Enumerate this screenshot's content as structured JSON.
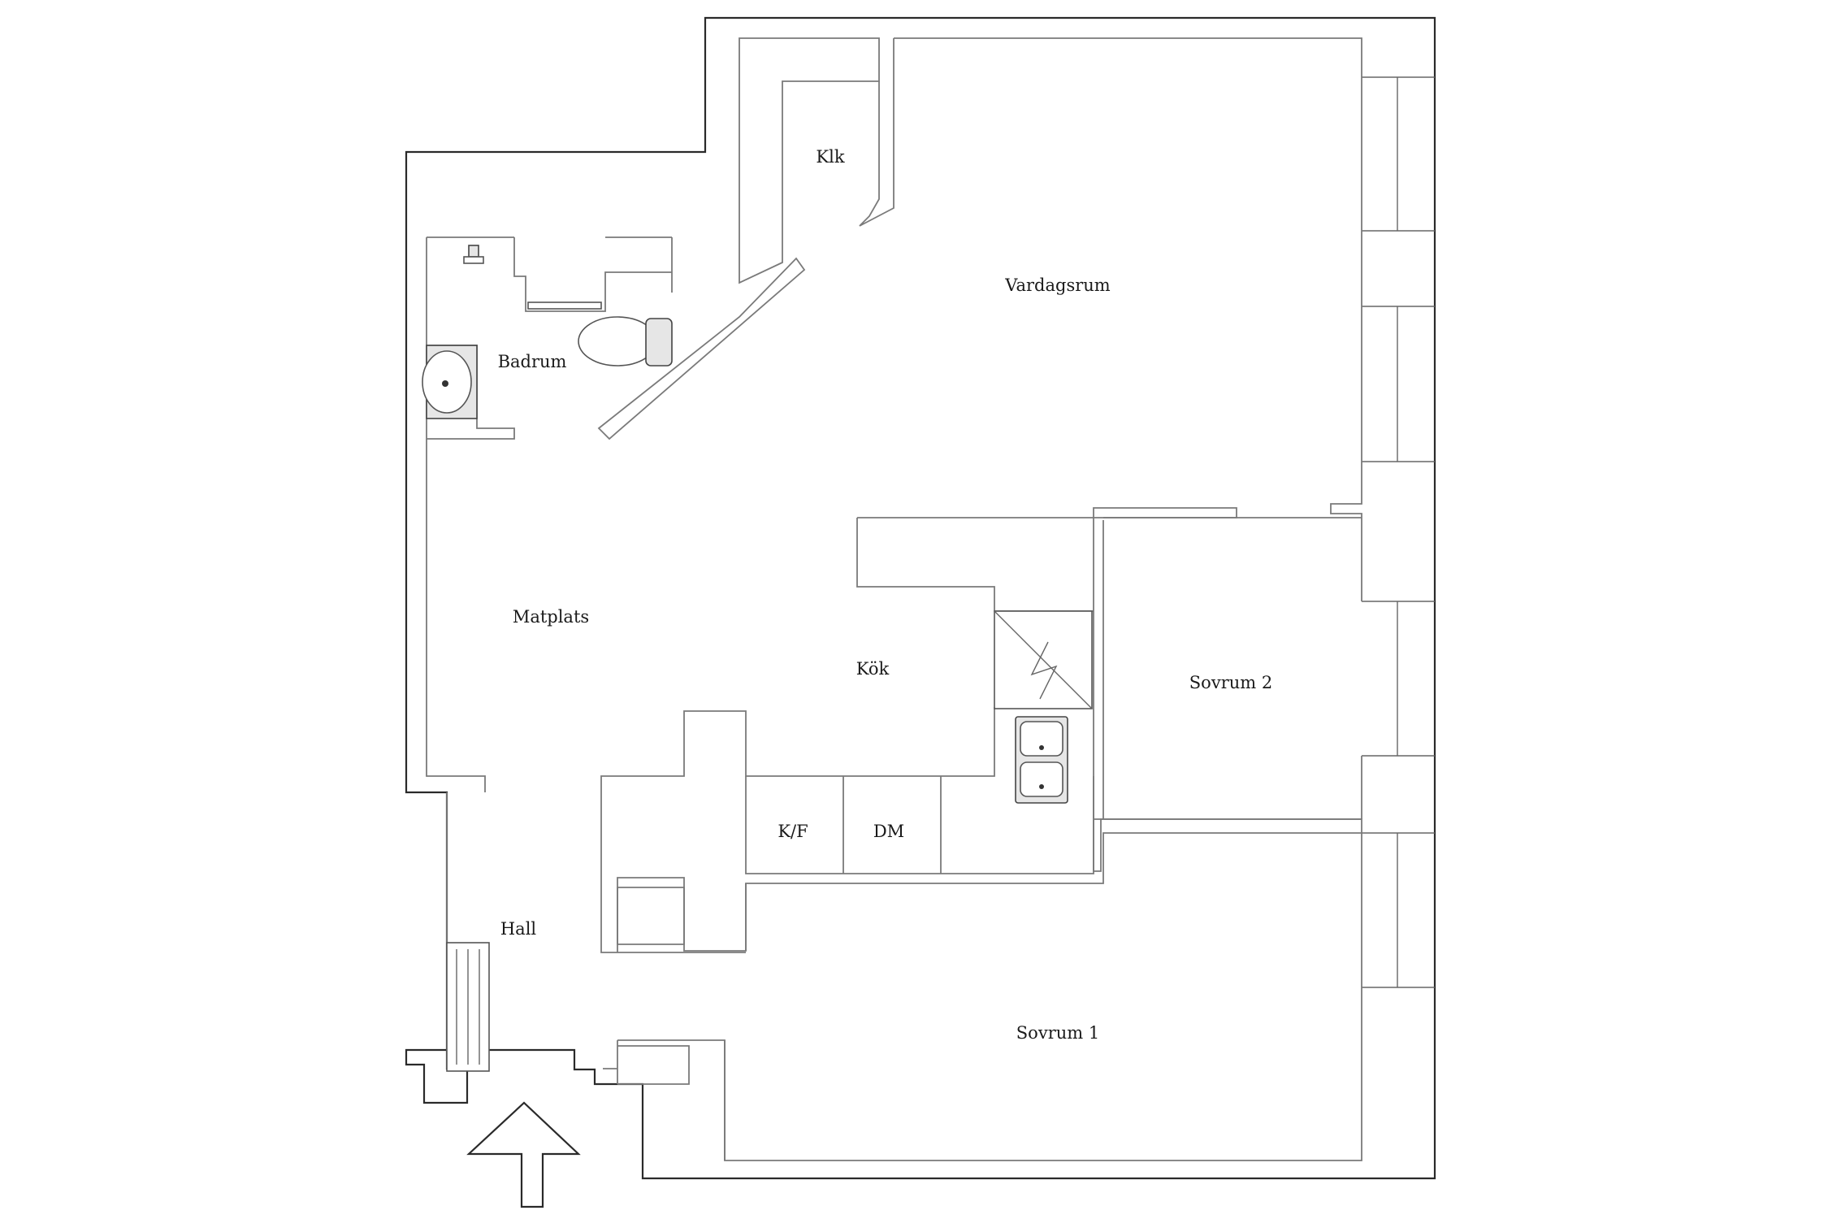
{
  "rooms": {
    "klk": "Klk",
    "vardagsrum": "Vardagsrum",
    "badrum": "Badrum",
    "matplats": "Matplats",
    "kok": "Kök",
    "sovrum2": "Sovrum 2",
    "kf": "K/F",
    "dm": "DM",
    "hall": "Hall",
    "sovrum1": "Sovrum 1"
  },
  "colors": {
    "wall": "#2a2a2a",
    "partition": "#7a7a7a",
    "background": "#ffffff"
  },
  "icons": [
    "entrance-arrow-icon",
    "toilet-icon",
    "sink-icon",
    "double-sink-icon",
    "stove-icon",
    "radiator-icon",
    "shower-icon"
  ]
}
